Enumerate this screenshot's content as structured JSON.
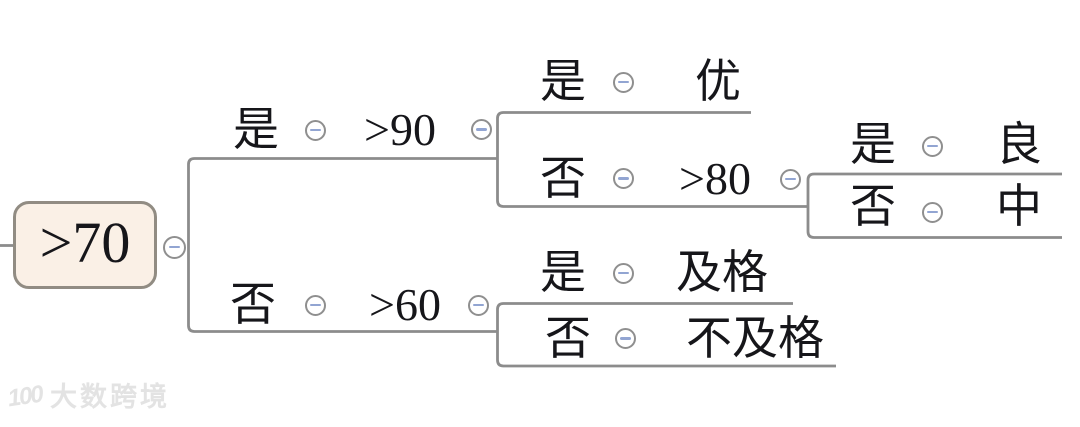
{
  "mindmap": {
    "root": {
      "label": ">70"
    },
    "branches": [
      {
        "cond": "是",
        "value": ">90",
        "children": [
          {
            "cond": "是",
            "result": "优"
          },
          {
            "cond": "否",
            "value": ">80",
            "children": [
              {
                "cond": "是",
                "result": "良"
              },
              {
                "cond": "否",
                "result": "中"
              }
            ]
          }
        ]
      },
      {
        "cond": "否",
        "value": ">60",
        "children": [
          {
            "cond": "是",
            "result": "及格"
          },
          {
            "cond": "否",
            "result": "不及格"
          }
        ]
      }
    ]
  },
  "icons": {
    "collapse": "minus-in-circle"
  },
  "colors": {
    "background": "#ffffff",
    "line": "#8c8c8c",
    "root_fill": "#faf0e6",
    "root_border": "#918c83",
    "text": "#16161a",
    "collapse_ring": "#8f8f8f",
    "collapse_minus": "#92a5d2",
    "watermark": "#e3e3e3"
  },
  "watermark": {
    "logo_text": "100",
    "brand": "大数跨境"
  }
}
